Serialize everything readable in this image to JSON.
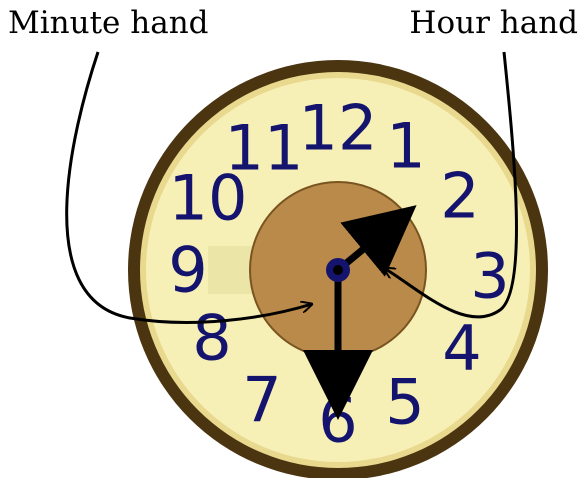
{
  "labels": {
    "minute_hand": "Minute hand",
    "hour_hand": "Hour hand"
  },
  "clock": {
    "numbers": [
      "12",
      "1",
      "2",
      "3",
      "4",
      "5",
      "6",
      "7",
      "8",
      "9",
      "10",
      "11"
    ],
    "colors": {
      "rim": "#4a3510",
      "face": "#f6efb6",
      "inner_disc": "#b98a4a",
      "numerals": "#14146e",
      "hands": "#000000"
    },
    "hour_hand_icon": "hour-hand-arrow",
    "minute_hand_icon": "minute-hand-arrow"
  }
}
